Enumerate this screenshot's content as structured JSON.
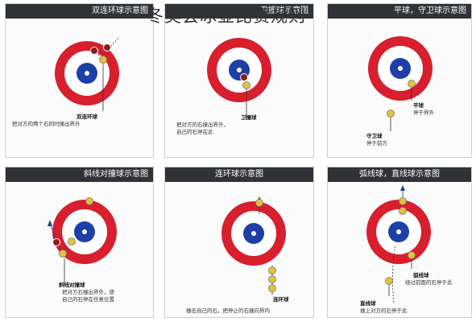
{
  "page_title": "冬奥会冰壶比赛规则",
  "colors": {
    "header": "#2f3237",
    "house_red": "#d71f2e",
    "house_blue": "#1e3fa7",
    "arrow": "#1f3f8f",
    "stone_yellow": "#e3c23a",
    "stone_red": "#8b1d1d"
  },
  "panels": [
    {
      "title": "双连环球示意图",
      "label": "双连环球",
      "desc": [
        "把对方的两个石同时撞出界外"
      ]
    },
    {
      "title": "卫撞球示意图",
      "label": "卫撞球",
      "desc": [
        "把对方的石撞出界外，",
        "自己的石停在此"
      ]
    },
    {
      "title": "平球，守卫球示意图",
      "label_a": "平球",
      "desc_a": [
        "停于界外"
      ],
      "label_b": "守卫球",
      "desc_b": [
        "停于前方"
      ]
    },
    {
      "title": "斜线对撞球示意图",
      "label": "斜线对撞球",
      "desc": [
        "把对方石撞出界外，使",
        "自己的石停在任意位置"
      ]
    },
    {
      "title": "连环球示意图",
      "label": "连环球",
      "desc": [
        "撞击自己的石，把停止的石撞向界内"
      ]
    },
    {
      "title": "弧线球，直线球示意图",
      "label_a": "弧线球",
      "desc_a": [
        "绕过前面的石停于此"
      ],
      "label_b": "直线球",
      "desc_b": [
        "撞上对方的石停于此"
      ]
    }
  ]
}
